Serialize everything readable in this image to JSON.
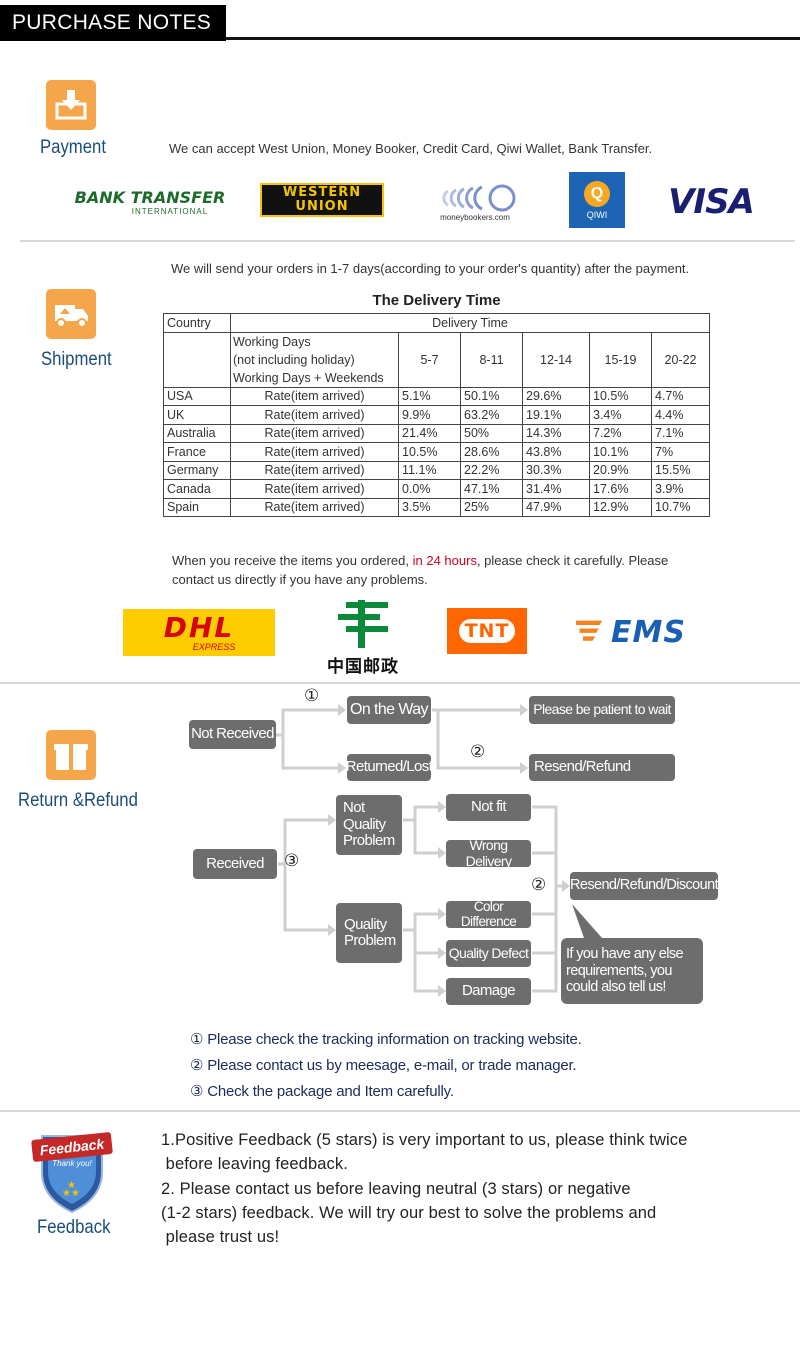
{
  "header": {
    "title": "PURCHASE NOTES"
  },
  "payment": {
    "label": "Payment",
    "text": "We can accept West Union, Money Booker, Credit Card, Qiwi Wallet, Bank Transfer.",
    "logos": {
      "bank_transfer_main": "BANK TRANSFER",
      "bank_transfer_sub": "INTERNATIONAL",
      "western_union_1": "WESTERN",
      "western_union_2": "UNION",
      "moneybookers": "moneybookers.com",
      "qiwi": "QIWI",
      "visa": "VISA"
    }
  },
  "shipment": {
    "label": "Shipment",
    "intro": "We will send your orders in 1-7 days(according to your order's quantity) after the payment.",
    "table_title": "The Delivery Time",
    "header_country": "Country",
    "header_delivery": "Delivery Time",
    "working_days_lines": [
      "Working Days",
      "(not including holiday)",
      "Working Days + Weekends"
    ],
    "ranges": [
      "5-7",
      "8-11",
      "12-14",
      "15-19",
      "20-22"
    ],
    "rows": [
      {
        "country": "USA",
        "rate": "Rate(item arrived)",
        "values": [
          "5.1%",
          "50.1%",
          "29.6%",
          "10.5%",
          "4.7%"
        ]
      },
      {
        "country": "UK",
        "rate": "Rate(item arrived)",
        "values": [
          "9.9%",
          "63.2%",
          "19.1%",
          "3.4%",
          "4.4%"
        ]
      },
      {
        "country": "Australia",
        "rate": "Rate(item arrived)",
        "values": [
          "21.4%",
          "50%",
          "14.3%",
          "7.2%",
          "7.1%"
        ]
      },
      {
        "country": "France",
        "rate": "Rate(item arrived)",
        "values": [
          "10.5%",
          "28.6%",
          "43.8%",
          "10.1%",
          "7%"
        ]
      },
      {
        "country": "Germany",
        "rate": "Rate(item arrived)",
        "values": [
          "11.1%",
          "22.2%",
          "30.3%",
          "20.9%",
          "15.5%"
        ]
      },
      {
        "country": "Canada",
        "rate": "Rate(item arrived)",
        "values": [
          "0.0%",
          "47.1%",
          "31.4%",
          "17.6%",
          "3.9%"
        ]
      },
      {
        "country": "Spain",
        "rate": "Rate(item arrived)",
        "values": [
          "3.5%",
          "25%",
          "47.9%",
          "12.9%",
          "10.7%"
        ]
      }
    ],
    "note_before": "When you receive the items you ordered, ",
    "note_highlight": "in 24 hours",
    "note_after": ", please check it carefully. Please",
    "note_line2": "contact us directly if you have any problems.",
    "carriers": {
      "dhl": "DHL",
      "dhl_sub": "EXPRESS",
      "china_post": "中国邮政",
      "tnt": "TNT",
      "ems": "EMS"
    }
  },
  "return_refund": {
    "label": "Return &Refund",
    "nodes": {
      "not_received": "Not Received",
      "on_the_way": "On the Way",
      "returned_lost": "Returned/Lost",
      "be_patient": "Please be patient to wait",
      "resend_refund": "Resend/Refund",
      "received": "Received",
      "not_quality_problem": "Not Quality Problem",
      "quality_problem": "Quality Problem",
      "not_fit": "Not fit",
      "wrong_delivery": "Wrong Delivery",
      "color_difference": "Color Difference",
      "quality_defect": "Quality Defect",
      "damage": "Damage",
      "resend_refund_discount": "Resend/Refund/Discount",
      "other_requirements": "If you have any else requirements, you could also tell us!"
    },
    "markers": [
      "①",
      "②",
      "③"
    ],
    "notes": [
      "① Please check the tracking information on tracking website.",
      "② Please contact us by meesage, e-mail, or trade manager.",
      "③ Check the package and Item carefully."
    ]
  },
  "feedback": {
    "label": "Feedback",
    "badge_title": "Feedback",
    "badge_sub": "Thank you!",
    "lines": [
      "1.Positive Feedback (5 stars) is very important to us, please think twice",
      " before leaving feedback.",
      "2. Please contact us before leaving neutral (3 stars) or negative",
      "(1-2 stars) feedback. We will try our best to solve the problems and",
      " please trust us!"
    ]
  },
  "colors": {
    "accent_orange": "#f5a54a",
    "label_blue": "#1a4d7c",
    "node_gray": "#6d6d6d",
    "highlight_red": "#d0021b"
  }
}
